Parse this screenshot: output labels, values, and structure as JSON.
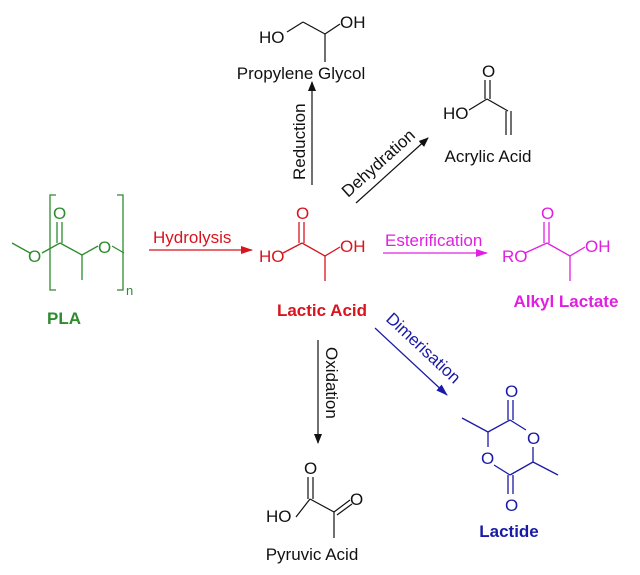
{
  "colors": {
    "pla": "#2e8b2e",
    "lactic": "#d8141e",
    "alkyl": "#e020e0",
    "lactide": "#1a1aa8",
    "black": "#111111"
  },
  "compounds": {
    "pla": {
      "name": "PLA",
      "atoms": {
        "o_carbonyl": "O",
        "o_ester_left": "O",
        "o_ester_right": "O",
        "subscript": "n"
      }
    },
    "lactic_acid": {
      "name": "Lactic Acid",
      "atoms": {
        "ho": "HO",
        "o": "O",
        "oh": "OH"
      }
    },
    "propylene_glycol": {
      "name": "Propylene Glycol",
      "atoms": {
        "ho": "HO",
        "oh": "OH"
      }
    },
    "acrylic_acid": {
      "name": "Acrylic Acid",
      "atoms": {
        "ho": "HO",
        "o": "O"
      }
    },
    "alkyl_lactate": {
      "name": "Alkyl Lactate",
      "atoms": {
        "ro": "RO",
        "o": "O",
        "oh": "OH"
      }
    },
    "lactide": {
      "name": "Lactide",
      "atoms": {
        "o_top": "O",
        "o_ring_right": "O",
        "o_ring_left": "O",
        "o_bottom": "O"
      }
    },
    "pyruvic_acid": {
      "name": "Pyruvic Acid",
      "atoms": {
        "ho": "HO",
        "o_top": "O",
        "o_ketone": "O"
      }
    }
  },
  "reactions": {
    "hydrolysis": "Hydrolysis",
    "reduction": "Reduction",
    "dehydration": "Dehydration",
    "esterification": "Esterification",
    "dimerisation": "Dimerisation",
    "oxidation": "Oxidation"
  }
}
